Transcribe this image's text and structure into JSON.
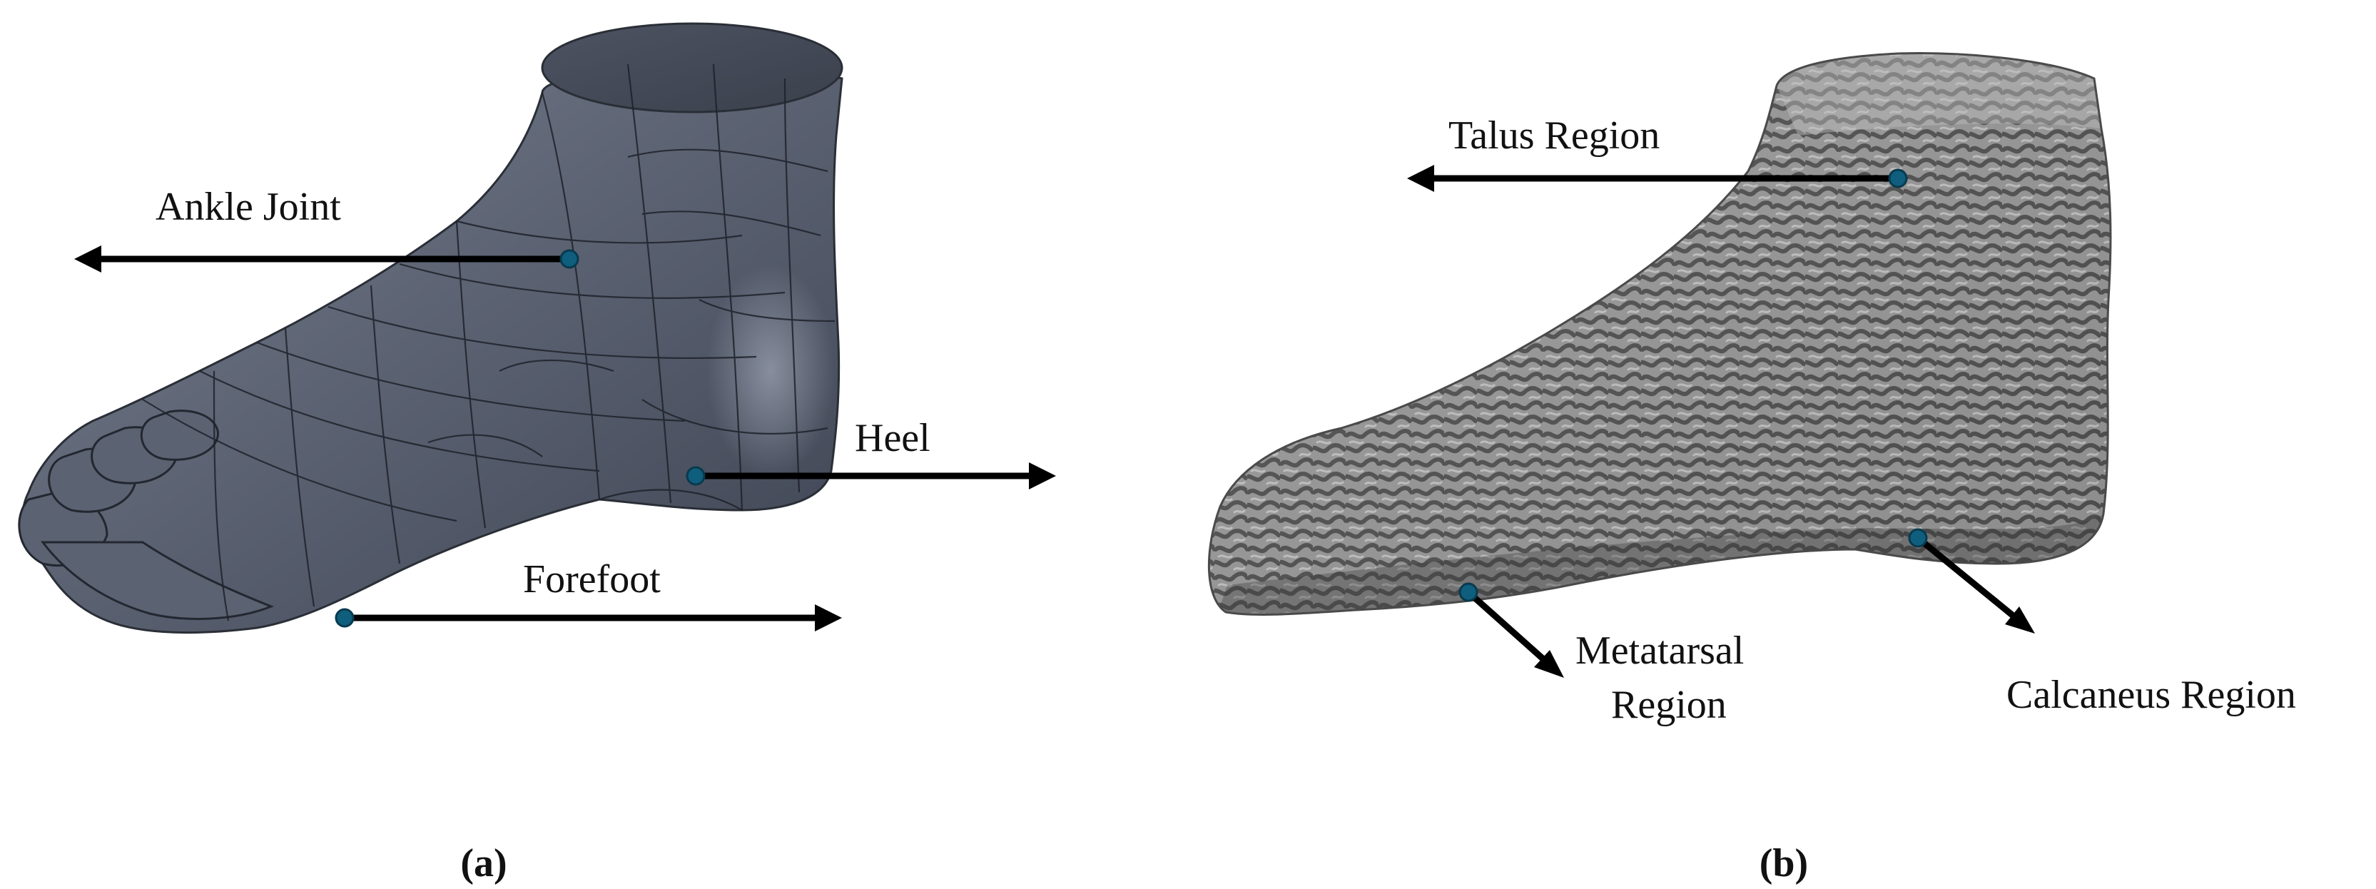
{
  "colors": {
    "solid_foot": "#606878",
    "lattice_foot": "#8e8e8e",
    "pointer": "#0f5e7d",
    "arrow": "#000000"
  },
  "panel_a": {
    "caption": "(a)",
    "labels": {
      "ankle": "Ankle Joint",
      "heel": "Heel",
      "forefoot": "Forefoot"
    }
  },
  "panel_b": {
    "caption": "(b)",
    "labels": {
      "talus": "Talus Region",
      "metatarsal_line1": "Metatarsal",
      "metatarsal_line2": "Region",
      "calcaneus": "Calcaneus Region"
    }
  }
}
